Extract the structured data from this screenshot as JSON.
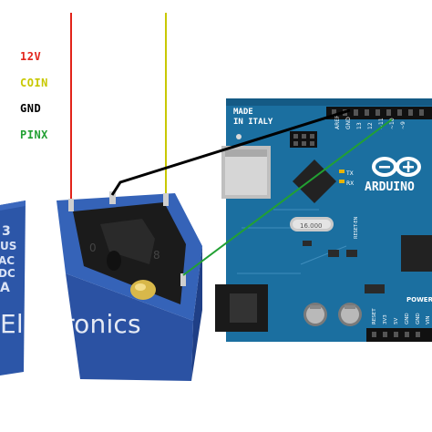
{
  "legend": {
    "v12": {
      "label": "12V",
      "color": "#e2231a"
    },
    "coin": {
      "label": "COIN",
      "color": "#c8c800"
    },
    "gnd": {
      "label": "GND",
      "color": "#000000"
    },
    "pinx": {
      "label": "PINX",
      "color": "#22a033"
    }
  },
  "watermark": {
    "text": "Electronics"
  },
  "left_relay": {
    "lines": [
      "3",
      "US",
      "AC",
      "DC",
      "A"
    ]
  },
  "relay": {
    "marking_left": "0",
    "marking_right": "8"
  },
  "arduino": {
    "made_in": [
      "MADE",
      "IN ITALY"
    ],
    "brand": "ARDUINO",
    "tx": "TX",
    "rx": "RX",
    "digital_header": [
      "AREF",
      "GND",
      "13",
      "12",
      "~11",
      "~10",
      "~9"
    ],
    "power_header": [
      "RESET",
      "3V3",
      "5V",
      "GND",
      "GND",
      "VIN"
    ],
    "power_label": "POWER",
    "crystal": "16.000",
    "reset": "RESET-EN"
  },
  "colors": {
    "board": "#1b6fa0",
    "relay": "#2c56a8"
  }
}
